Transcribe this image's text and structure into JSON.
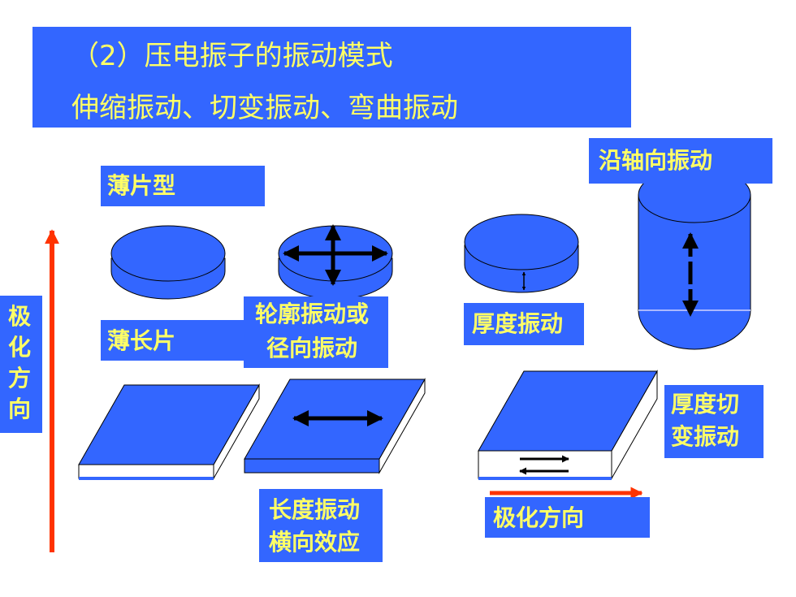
{
  "title": {
    "line1": "（2）压电振子的振动模式",
    "line2": "伸缩振动、切变振动、弯曲振动"
  },
  "labels": {
    "thin_disk": "薄片型",
    "thin_strip": "薄长片",
    "contour_line1": "轮廓振动或",
    "contour_line2": "径向振动",
    "thickness": "厚度振动",
    "axial": "沿轴向振动",
    "thickness_shear_line1": "厚度切",
    "thickness_shear_line2": "变振动",
    "length_line1": "长度振动",
    "length_line2": "横向效应",
    "polarization_direction": "极化方向",
    "polarization_vertical": [
      "极",
      "化",
      "方",
      "向"
    ]
  },
  "colors": {
    "shape_fill": "#3366ff",
    "label_text": "#ffff66",
    "polarization_arrow": "#ff3300",
    "motion_arrow": "#000000"
  }
}
